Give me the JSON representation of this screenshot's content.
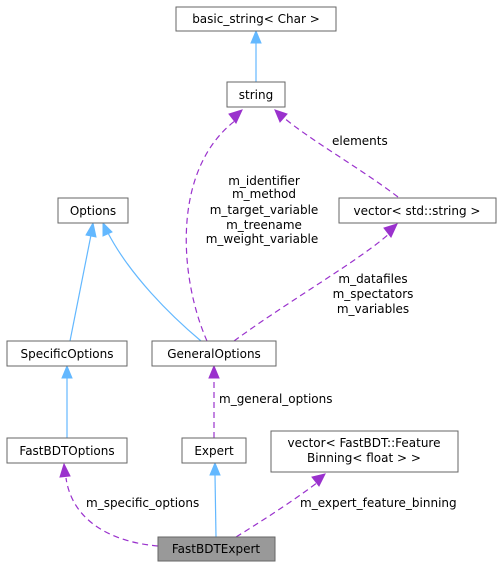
{
  "nodes": {
    "basic_string": "basic_string< Char >",
    "string": "string",
    "vector_string": "vector< std::string >",
    "options": "Options",
    "specific_options": "SpecificOptions",
    "general_options": "GeneralOptions",
    "fastbdt_options": "FastBDTOptions",
    "expert": "Expert",
    "feature_binning_line1": "vector< FastBDT::Feature",
    "feature_binning_line2": "Binning< float > >",
    "fastbdt_expert": "FastBDTExpert"
  },
  "edge_labels": {
    "elements": "elements",
    "identifier_1": "m_identifier",
    "identifier_2": "m_method",
    "identifier_3": "m_target_variable",
    "identifier_4": "m_treename",
    "identifier_5": "m_weight_variable",
    "datafiles_1": "m_datafiles",
    "datafiles_2": "m_spectators",
    "datafiles_3": "m_variables",
    "general_options": "m_general_options",
    "specific_options": "m_specific_options",
    "feature_binning": "m_expert_feature_binning"
  }
}
